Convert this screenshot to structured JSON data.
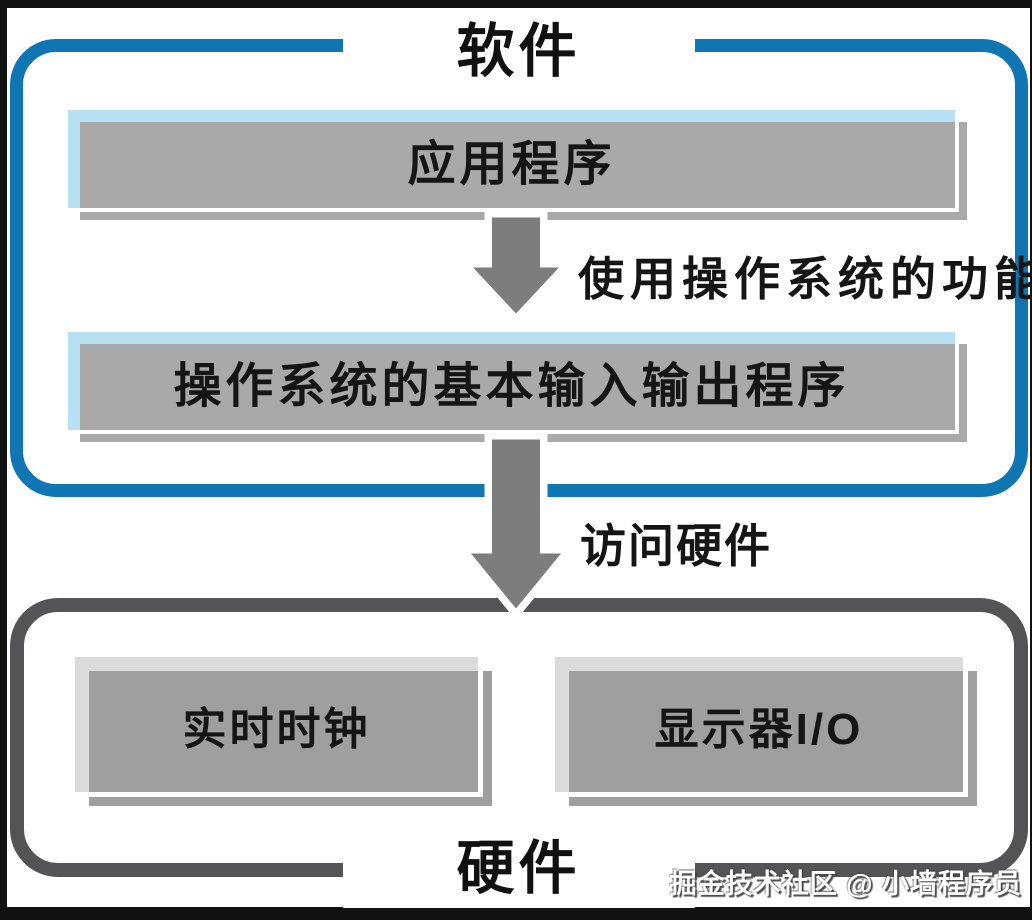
{
  "software": {
    "title": "软件",
    "boxes": [
      {
        "label": "应用程序"
      },
      {
        "label": "操作系统的基本输入输出程序"
      }
    ]
  },
  "arrows": [
    {
      "label": "使用操作系统的功能"
    },
    {
      "label": "访问硬件"
    }
  ],
  "hardware": {
    "title": "硬件",
    "boxes": [
      {
        "label": "实时时钟"
      },
      {
        "label": "显示器I/O"
      }
    ]
  },
  "watermark": "掘金技术社区 @ 小墙程序员",
  "colors": {
    "software-border": "#0f75b3",
    "software-box-fill": "#b8e0f4",
    "software-box-shadow": "#a9a9a9",
    "hardware-border": "#545457",
    "hardware-box-fill": "#dbdbdb",
    "hardware-box-shadow": "#9f9f9f",
    "arrow": "#7d7d7d"
  }
}
